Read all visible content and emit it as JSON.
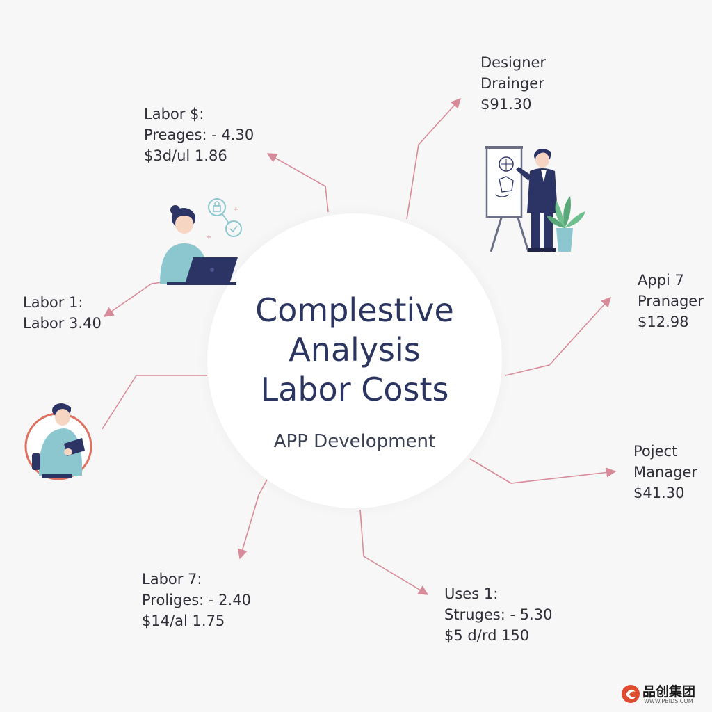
{
  "center": {
    "title_lines": [
      "Complestive",
      "Analysis",
      "Labor Costs"
    ],
    "subtitle": "APP Development"
  },
  "labels": {
    "top_left": [
      "Labor $:",
      "Preages: - 4.30",
      "$3d/ul 1.86"
    ],
    "top_right": [
      "Designer",
      "Drainger",
      "$91.30"
    ],
    "mid_left": [
      "Labor 1:",
      "Labor 3.40"
    ],
    "mid_right": [
      "Appi 7",
      "Pranager",
      "$12.98"
    ],
    "lower_right": [
      "Poject",
      "Manager",
      "$41.30"
    ],
    "bottom_left": [
      "Labor 7:",
      "Proliges: - 2.40",
      "$14/al 1.75"
    ],
    "bottom_right": [
      "Uses 1:",
      "Struges: - 5.30",
      "$5 d/rd 150"
    ]
  },
  "watermark": {
    "text": "品创集团",
    "sub": "WWW.PBIDS.COM"
  },
  "colors": {
    "arrow": "#d98a98",
    "title": "#2b3560",
    "figure_shirt": "#8cc7cf",
    "figure_suit": "#2c3466",
    "plant": "#6fbf8f",
    "ring": "#e0705f"
  },
  "icons": [
    "person-laptop-icon",
    "designer-whiteboard-icon",
    "person-tablet-icon",
    "logo-icon"
  ]
}
